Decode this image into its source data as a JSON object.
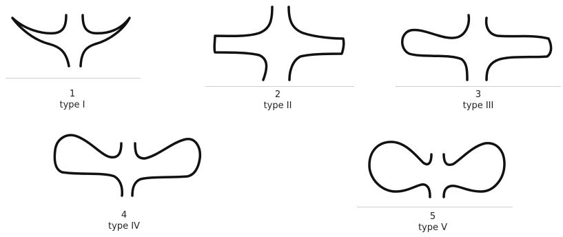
{
  "figures": [
    {
      "number": "1",
      "type_label": "type I",
      "icon": "shape-type-1"
    },
    {
      "number": "2",
      "type_label": "type II",
      "icon": "shape-type-2"
    },
    {
      "number": "3",
      "type_label": "type III",
      "icon": "shape-type-3"
    },
    {
      "number": "4",
      "type_label": "type IV",
      "icon": "shape-type-4"
    },
    {
      "number": "5",
      "type_label": "type V",
      "icon": "shape-type-5"
    }
  ],
  "colors": {
    "stroke": "#111111",
    "baseline": "#cfcfcf",
    "text": "#222222"
  }
}
